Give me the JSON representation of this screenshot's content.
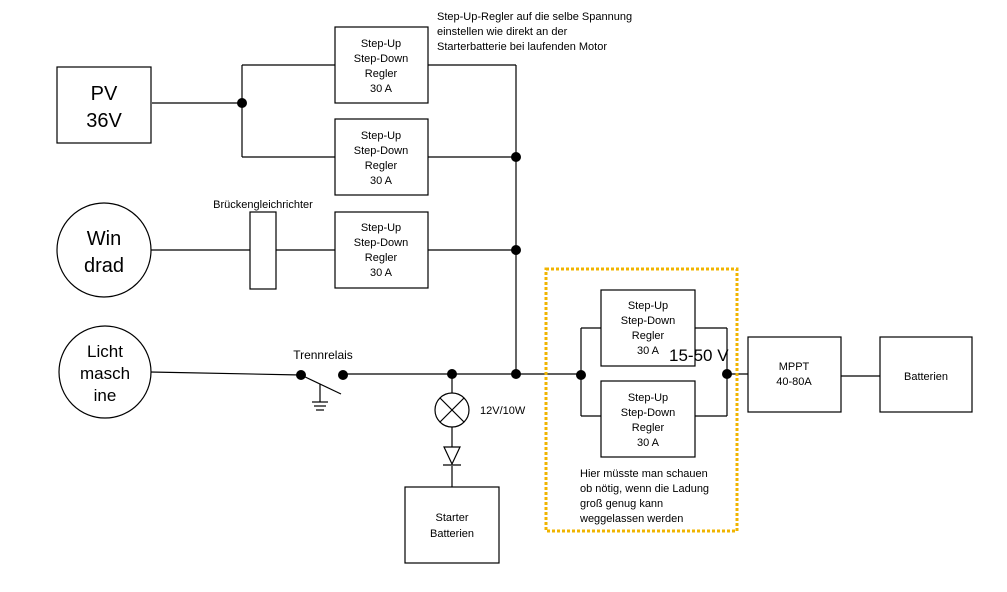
{
  "sources": {
    "pv": [
      "PV",
      "36V"
    ],
    "wind": [
      "Win",
      "drad"
    ],
    "alternator": [
      "Licht",
      "masch",
      "ine"
    ]
  },
  "regulator_label": [
    "Step-Up",
    "Step-Down",
    "Regler",
    "30 A"
  ],
  "note_top": [
    "Step-Up-Regler auf die selbe Spannung",
    "einstellen wie direkt an der",
    "Starterbatterie bei laufenden Motor"
  ],
  "rectifier_label": "Brückengleichrichter",
  "relay_label": "Trennrelais",
  "lamp_label": "12V/10W",
  "starter_battery": [
    "Starter",
    "Batterien"
  ],
  "voltage_label": "15-50 V",
  "mppt": [
    "MPPT",
    "40-80A"
  ],
  "battery": "Batterien",
  "note_bottom": [
    "Hier müsste man schauen",
    "ob nötig, wenn die Ladung",
    "groß genug kann",
    "weggelassen werden"
  ],
  "colors": {
    "highlight_border": "#f0b400",
    "line": "#000000"
  }
}
